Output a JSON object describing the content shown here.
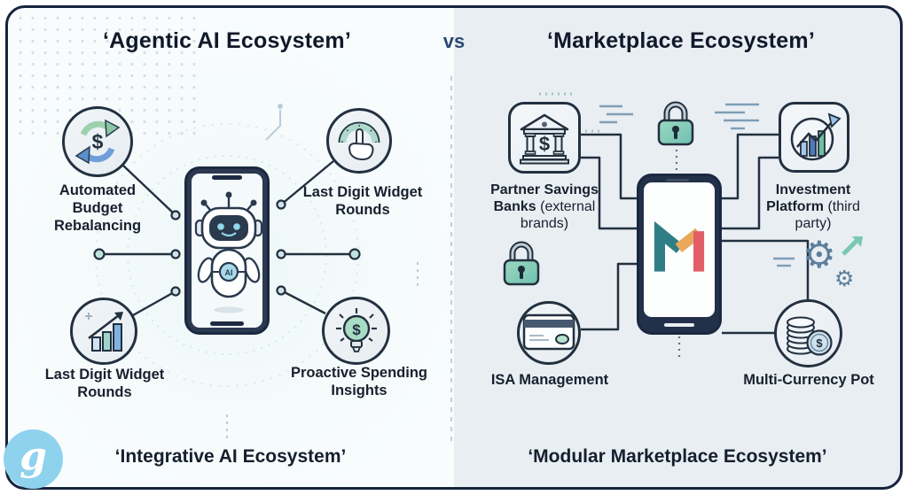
{
  "header": {
    "left_title": "‘Agentic AI Ecosystem’",
    "vs_label": "vs",
    "right_title": "‘Marketplace Ecosystem’"
  },
  "glyphs": {
    "dollar": "$",
    "ai_badge": "AI",
    "watermark": "g",
    "gear": "⚙"
  },
  "left_panel": {
    "caption": "‘Integrative AI Ecosystem’",
    "items": [
      {
        "icon": "refresh-dollar-icon",
        "label": "Automated Budget Rebalancing"
      },
      {
        "icon": "gauge-hand-icon",
        "label": "Last Digit Widget Rounds"
      },
      {
        "icon": "bar-chart-growth-icon",
        "label": "Last Digit Widget Rounds"
      },
      {
        "icon": "lightbulb-dollar-icon",
        "label": "Proactive Spending Insights"
      }
    ],
    "phone_screen": "ai-robot-assistant"
  },
  "right_panel": {
    "caption": "‘Modular Marketplace Ecosystem’",
    "items": [
      {
        "icon": "bank-icon",
        "label_bold": "Partner Savings Banks",
        "label_note": "(external brands)"
      },
      {
        "icon": "investment-chart-icon",
        "label_bold": "Investment Platform",
        "label_note": "(third party)"
      },
      {
        "icon": "credit-card-icon",
        "label_bold": "ISA Management",
        "label_note": ""
      },
      {
        "icon": "coins-stack-icon",
        "label_bold": "Multi-Currency Pot",
        "label_note": ""
      }
    ],
    "phone_screen": "monzo-m-logo"
  },
  "colors": {
    "frame": "#16243c",
    "left_bg": "#f7fbfc",
    "right_bg": "#e9eef3",
    "vs_blue": "#2c4a70",
    "accent_teal": "#8fd3be",
    "monzo_teal": "#2f7e86",
    "monzo_orange": "#e8a95c",
    "monzo_red": "#e25d68",
    "robot_face": "#2c3a4e",
    "robot_eyes": "#8fd8ea",
    "watermark_blue": "#8ed2ee"
  }
}
